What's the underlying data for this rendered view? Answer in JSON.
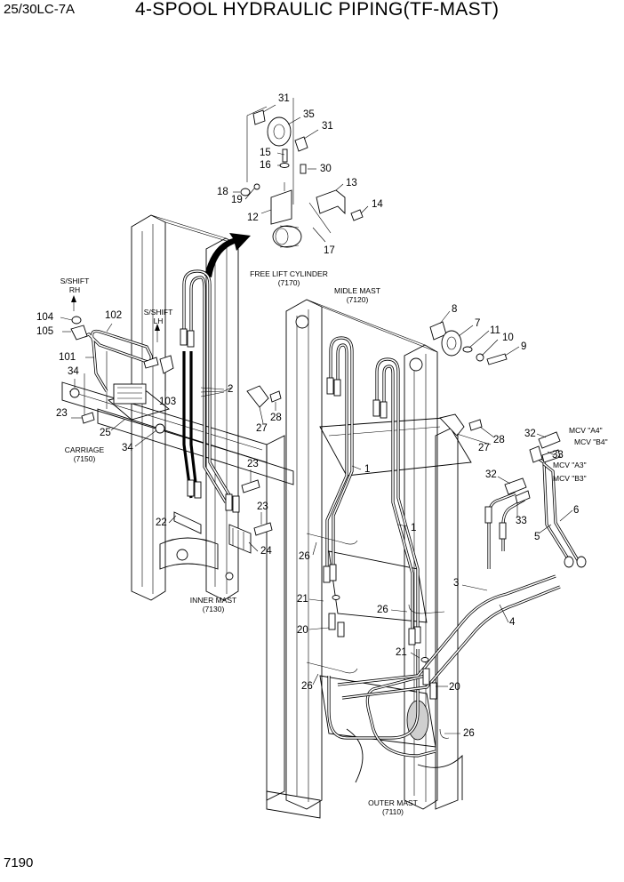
{
  "header": {
    "model": "25/30LC-7A",
    "title": "4-SPOOL HYDRAULIC PIPING(TF-MAST)"
  },
  "page_number": "7190",
  "captions": {
    "free_lift_cylinder": "FREE LIFT CYLINDER",
    "free_lift_cylinder_code": "(7170)",
    "midle_mast": "MIDLE MAST",
    "midle_mast_code": "(7120)",
    "inner_mast": "INNER MAST",
    "inner_mast_code": "(7130)",
    "outer_mast": "OUTER MAST",
    "outer_mast_code": "(7110)",
    "carriage": "CARRIAGE",
    "carriage_code": "(7150)",
    "sshift_rh": "S/SHIFT",
    "sshift_rh_side": "RH",
    "sshift_lh": "S/SHIFT",
    "sshift_lh_side": "LH",
    "mcv_a4": "MCV \"A4\"",
    "mcv_b4": "MCV \"B4\"",
    "mcv_a3": "MCV \"A3\"",
    "mcv_b3": "MCV \"B3\""
  },
  "callouts": [
    {
      "id": "c31a",
      "text": "31"
    },
    {
      "id": "c35",
      "text": "35"
    },
    {
      "id": "c31b",
      "text": "31"
    },
    {
      "id": "c15",
      "text": "15"
    },
    {
      "id": "c16",
      "text": "16"
    },
    {
      "id": "c30",
      "text": "30"
    },
    {
      "id": "c13",
      "text": "13"
    },
    {
      "id": "c18",
      "text": "18"
    },
    {
      "id": "c19",
      "text": "19"
    },
    {
      "id": "c14",
      "text": "14"
    },
    {
      "id": "c12",
      "text": "12"
    },
    {
      "id": "c17",
      "text": "17"
    },
    {
      "id": "c8",
      "text": "8"
    },
    {
      "id": "c7",
      "text": "7"
    },
    {
      "id": "c11",
      "text": "11"
    },
    {
      "id": "c10",
      "text": "10"
    },
    {
      "id": "c9",
      "text": "9"
    },
    {
      "id": "c104",
      "text": "104"
    },
    {
      "id": "c105",
      "text": "105"
    },
    {
      "id": "c102",
      "text": "102"
    },
    {
      "id": "c101",
      "text": "101"
    },
    {
      "id": "c34a",
      "text": "34"
    },
    {
      "id": "c103",
      "text": "103"
    },
    {
      "id": "c2",
      "text": "2"
    },
    {
      "id": "c28a",
      "text": "28"
    },
    {
      "id": "c27a",
      "text": "27"
    },
    {
      "id": "c23a",
      "text": "23"
    },
    {
      "id": "c25",
      "text": "25"
    },
    {
      "id": "c34b",
      "text": "34"
    },
    {
      "id": "c28b",
      "text": "28"
    },
    {
      "id": "c27b",
      "text": "27"
    },
    {
      "id": "c32a",
      "text": "32"
    },
    {
      "id": "c33a",
      "text": "33"
    },
    {
      "id": "c1a",
      "text": "1"
    },
    {
      "id": "c23b",
      "text": "23"
    },
    {
      "id": "c32b",
      "text": "32"
    },
    {
      "id": "c23c",
      "text": "23"
    },
    {
      "id": "c22",
      "text": "22"
    },
    {
      "id": "c33b",
      "text": "33"
    },
    {
      "id": "c6",
      "text": "6"
    },
    {
      "id": "c5",
      "text": "5"
    },
    {
      "id": "c1b",
      "text": "1"
    },
    {
      "id": "c24",
      "text": "24"
    },
    {
      "id": "c26a",
      "text": "26"
    },
    {
      "id": "c3",
      "text": "3"
    },
    {
      "id": "c21a",
      "text": "21"
    },
    {
      "id": "c4",
      "text": "4"
    },
    {
      "id": "c26b",
      "text": "26"
    },
    {
      "id": "c20a",
      "text": "20"
    },
    {
      "id": "c21b",
      "text": "21"
    },
    {
      "id": "c26c",
      "text": "26"
    },
    {
      "id": "c20b",
      "text": "20"
    },
    {
      "id": "c26d",
      "text": "26"
    }
  ]
}
